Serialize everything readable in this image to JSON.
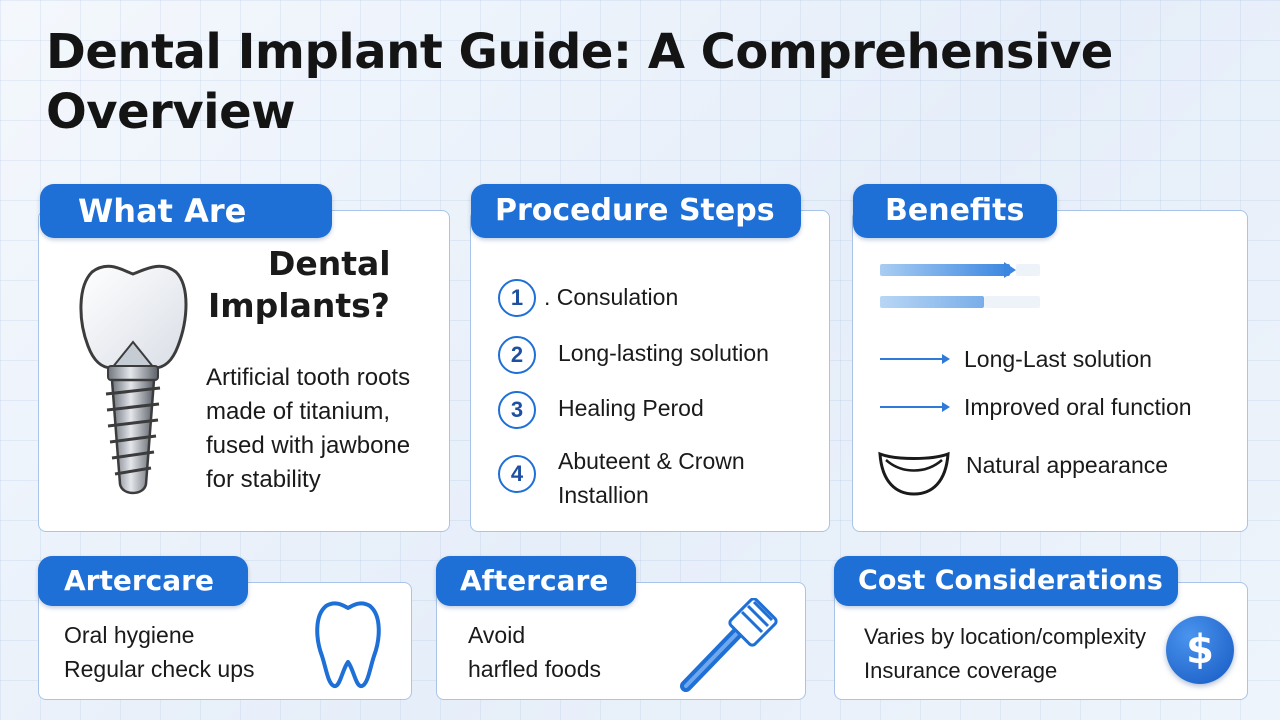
{
  "page": {
    "title": "Dental Implant Guide: A Comprehensive Overview"
  },
  "what_are": {
    "header": "What Are",
    "subtitle_line1": "Dental",
    "subtitle_line2": "Implants?",
    "description": [
      "Artificial tooth roots",
      "made of titanium,",
      "fused with jawbone",
      "for stability"
    ],
    "icon": "dental-implant-icon"
  },
  "procedure": {
    "header": "Procedure Steps",
    "steps": [
      {
        "number": "1",
        "label": ". Consulation"
      },
      {
        "number": "2",
        "label": "Long-lasting solution"
      },
      {
        "number": "3",
        "label": "Healing Perod"
      },
      {
        "number": "4",
        "label_line1": "Abuteent & Crown",
        "label_line2": "Installion"
      }
    ]
  },
  "benefits": {
    "header": "Benefits",
    "items": [
      "Long-Last solution",
      "Improved oral function",
      "Natural appearance"
    ],
    "icons": [
      "arrow-icon",
      "arrow-icon",
      "smile-icon"
    ]
  },
  "aftercare_1": {
    "header": "Artercare",
    "items": [
      "Oral hygiene",
      "Regular check ups"
    ],
    "icon": "tooth-outline-icon"
  },
  "aftercare_2": {
    "header": "Aftercare",
    "items": [
      "Avoid",
      "harfled foods"
    ],
    "icon": "toothbrush-icon"
  },
  "cost": {
    "header": "Cost Considerations",
    "items": [
      "Varies by location/complexity",
      "Insurance coverage"
    ],
    "icon": "dollar-coin-icon",
    "icon_glyph": "$"
  },
  "colors": {
    "accent": "#1e6fd6",
    "card_border": "#a9c4e8",
    "background": "#edf3fb"
  }
}
